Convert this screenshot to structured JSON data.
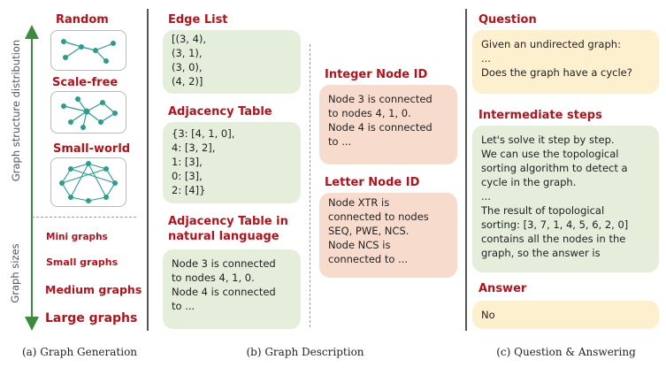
{
  "panel_a": {
    "axis_top_label": "Graph structure distribution",
    "axis_bottom_label": "Graph sizes",
    "structures": [
      "Random",
      "Scale-free",
      "Small-world"
    ],
    "sizes": [
      "Mini graphs",
      "Small graphs",
      "Medium graphs",
      "Large graphs"
    ],
    "caption": "(a) Graph Generation"
  },
  "panel_b": {
    "edge_list": {
      "title": "Edge List",
      "text": "[(3, 4),\n(3, 1),\n(3, 0),\n(4, 2)]"
    },
    "adjacency_table": {
      "title": "Adjacency Table",
      "text": "{3: [4, 1, 0],\n4: [3, 2],\n1: [3],\n0: [3],\n2: [4]}"
    },
    "adjacency_nl": {
      "title": "Adjacency Table in\nnatural language",
      "text": "Node 3 is connected\nto nodes 4, 1, 0.\nNode 4 is connected\nto ..."
    },
    "integer_id": {
      "title": "Integer Node ID",
      "text": "Node 3 is connected\nto nodes 4, 1, 0.\nNode 4 is connected\nto ..."
    },
    "letter_id": {
      "title": "Letter Node ID",
      "text": "Node XTR is\nconnected to nodes\nSEQ, PWE, NCS.\nNode NCS is\nconnected to ..."
    },
    "caption": "(b) Graph Description"
  },
  "panel_c": {
    "question": {
      "title": "Question",
      "text": "Given an undirected graph:\n...\nDoes the graph have a cycle?"
    },
    "steps": {
      "title": "Intermediate steps",
      "text": "Let's solve it step by step.\nWe can use the topological\nsorting algorithm to detect a\ncycle in the graph.\n...\nThe result of topological\nsorting: [3, 7, 1, 4, 5, 6, 2, 0]\ncontains all the nodes in the\ngraph, so the answer is"
    },
    "answer": {
      "title": "Answer",
      "text": "No"
    },
    "caption": "(c) Question & Answering"
  },
  "colors": {
    "title_red": "#b5121b",
    "green_box": "#e4eedb",
    "peach_box": "#f7dccd",
    "yellow_box": "#fdf0cf",
    "node_teal": "#2a9d8f",
    "arrow_green": "#3d8b3d"
  },
  "icons": [
    "random-graph-icon",
    "scale-free-graph-icon",
    "small-world-graph-icon"
  ]
}
